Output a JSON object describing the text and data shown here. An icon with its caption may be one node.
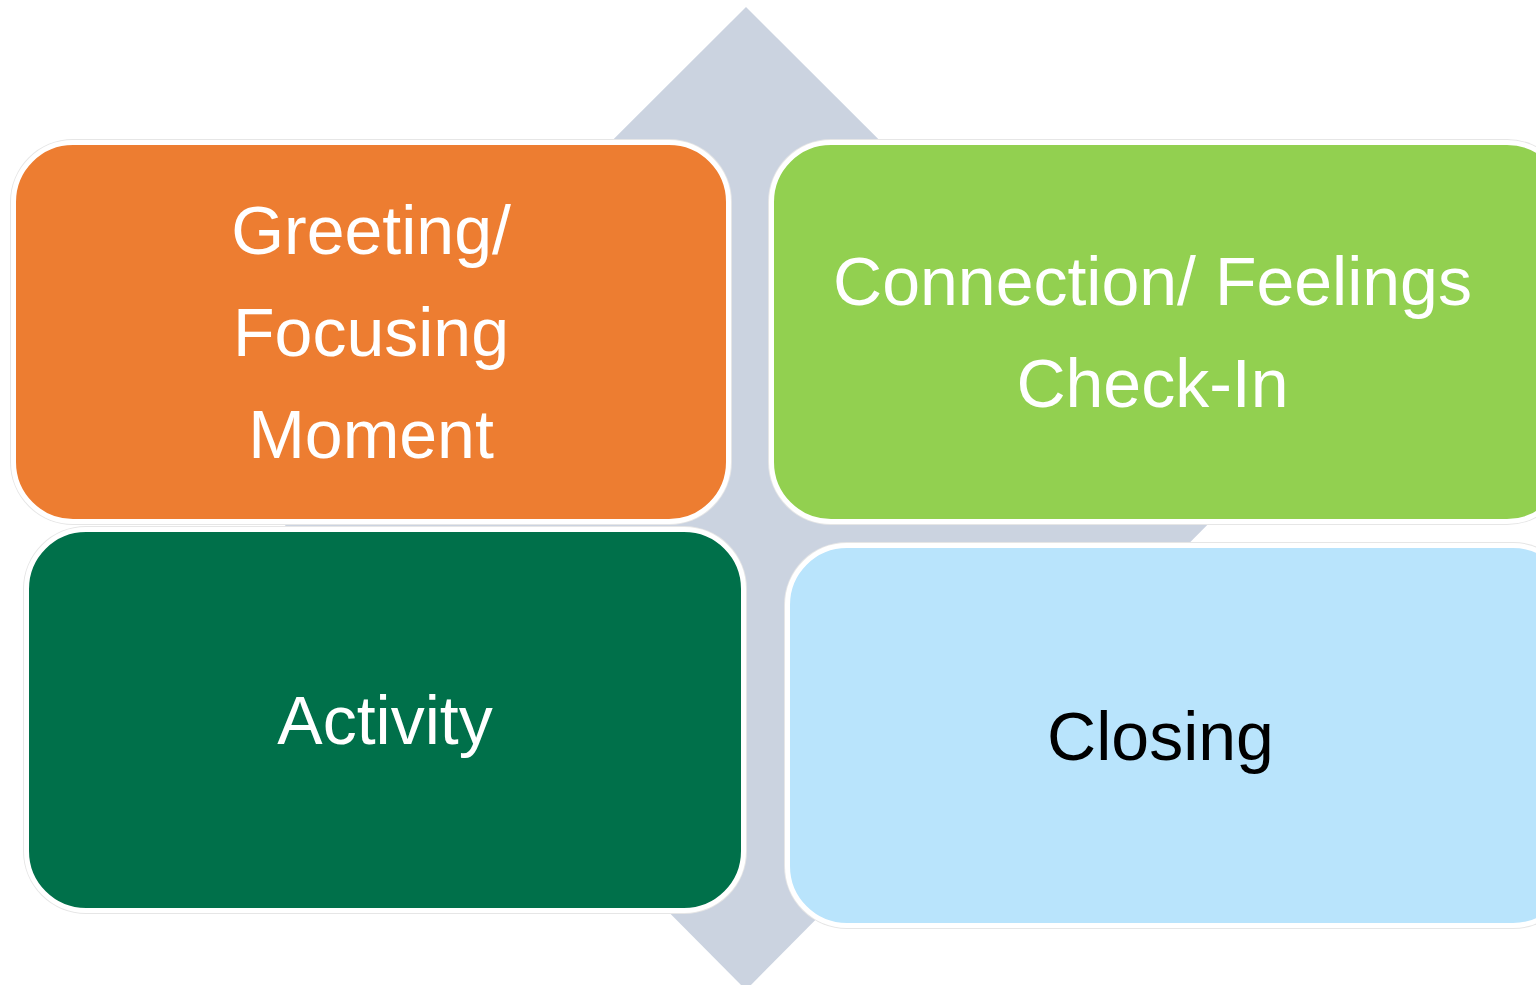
{
  "diagram": {
    "nodes": [
      {
        "text": [
          "Greeting/ Focusing Moment"
        ]
      },
      {
        "text": [
          "Connection/ Feelings Check-In"
        ]
      },
      {
        "text": [
          "Activity"
        ]
      },
      {
        "text": [
          "Closing"
        ]
      }
    ]
  }
}
